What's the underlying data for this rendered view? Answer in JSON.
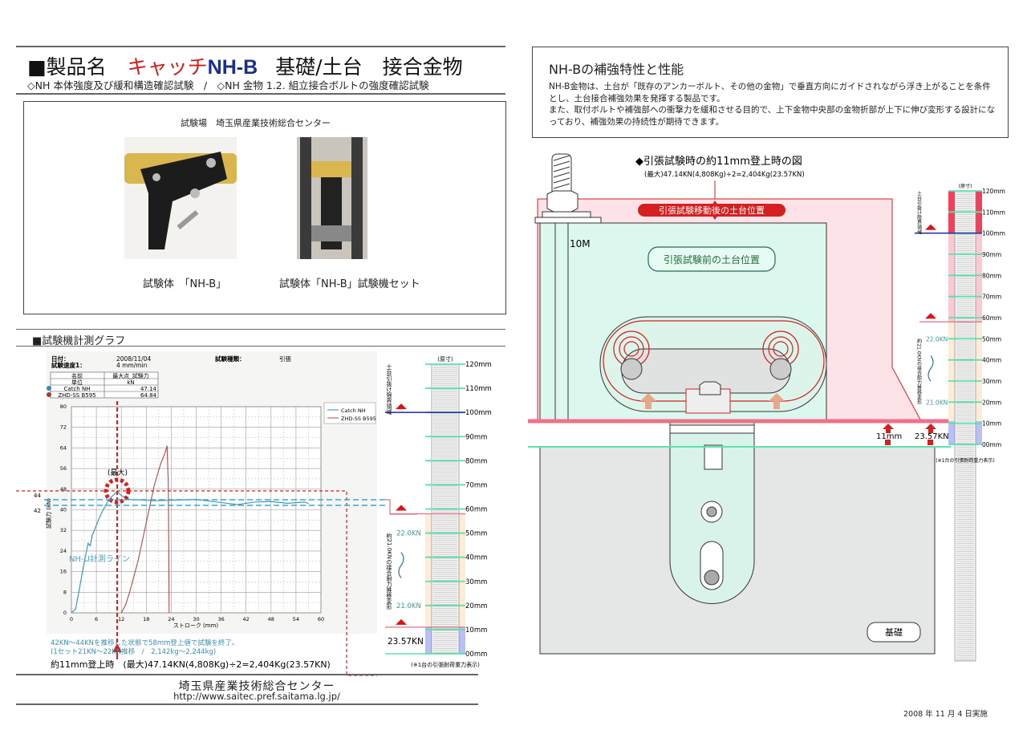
{
  "header": {
    "title_prefix": "■製品名",
    "title_product": "キャッチ",
    "title_model": "NH-B",
    "title_rest": "基礎/土台　接合金物",
    "subtitle": "◇NH 本体強度及び緩和構造確認試験　/　◇NH 金物 1.2. 組立接合ボルトの強度確認試験"
  },
  "photos": {
    "venue": "試験場　埼玉県産業技術総合センター",
    "caption_left": "試験体　「NH-B」",
    "caption_right": "試験体「NH-B」試験機セット"
  },
  "graph_section": {
    "heading": "■試験機計測グラフ",
    "date_label": "日付：",
    "date": "2008/11/04",
    "speed_label": "試験速度1：",
    "speed": "4 mm/min",
    "type_label": "試験種類：",
    "type": "引張",
    "table_headers": [
      "名前",
      "最大点_試験力"
    ],
    "table_units": [
      "単位",
      "kN"
    ],
    "table_rows": [
      {
        "name": "Catch NH",
        "value": "47.14",
        "color": "#2a8fb8"
      },
      {
        "name": "ZHD-SS B595",
        "value": "64.84",
        "color": "#a03a3a"
      }
    ],
    "max_label": "(最大)",
    "line_label": "NH-U計測ライン",
    "ref_44": "44",
    "ref_42": "42",
    "note1": "42KN～44KNを推移した状態で58mm登上値で試験を終了。",
    "note2": "(1セット21KN～22KN推移　/　2,142kg～2,244kg)",
    "summary": "約11mm登上時　(最大)47.14KN(4,808Kg)÷2=2,404Kg(23.57KN)",
    "footer_org": "埼玉県産業技術総合センター",
    "footer_url": "http://www.saitec.pref.saitama.lg.jp/"
  },
  "chart_data": {
    "type": "line",
    "xlabel": "ストローク (mm)",
    "ylabel": "試験力 (kN)",
    "xlim": [
      0,
      60
    ],
    "ylim": [
      0,
      80
    ],
    "xticks": [
      0,
      6,
      12,
      18,
      24,
      30,
      36,
      42,
      48,
      54,
      60
    ],
    "yticks": [
      0,
      8,
      16,
      24,
      32,
      40,
      48,
      56,
      64,
      72,
      80
    ],
    "grid": true,
    "legend": "top-right",
    "series": [
      {
        "name": "Catch NH",
        "color": "#2a8fb8",
        "x": [
          0,
          1,
          2,
          3,
          4,
          4.5,
          5,
          7,
          9,
          11,
          12,
          14,
          20,
          26,
          30,
          36,
          40,
          44,
          48,
          52,
          56,
          57
        ],
        "y": [
          0,
          1.5,
          10,
          19,
          27,
          26,
          30,
          38,
          44,
          47.14,
          45.5,
          44,
          43.5,
          43.8,
          44,
          42.8,
          42,
          43,
          43.2,
          42.5,
          43,
          42.5
        ]
      },
      {
        "name": "ZHD-SS B595",
        "color": "#b04a4a",
        "x": [
          12,
          13,
          14,
          16,
          18,
          20,
          21.5,
          22.5,
          23,
          23.3,
          23.5
        ],
        "y": [
          0,
          3,
          8,
          20,
          35,
          50,
          58,
          62,
          64.84,
          50,
          0
        ]
      }
    ]
  },
  "ruler_left": {
    "caption": "(原寸)",
    "labels": [
      "120mm",
      "110mm",
      "100mm",
      "90mm",
      "80mm",
      "70mm",
      "60mm",
      "50mm",
      "40mm",
      "30mm",
      "20mm",
      "10mm",
      "00mm"
    ],
    "limit_text": "土台引抜け限界領域",
    "range_text": "約21.0KNの接合耐力推移変形",
    "high_kn": "22.0KN",
    "low_kn": "21.0KN",
    "load": "23.57KN",
    "note": "(※1台の引張耐荷重力表示)"
  },
  "info": {
    "title": "NH-Bの補強特性と性能",
    "body": "NH-B金物は、土台が「既存のアンカーボルト、その他の金物」で垂直方向にガイドされながら浮き上がることを条件とし、土台接合補強効果を発揮する製品です。\nまた、取付ボルトや補強部への衝撃力を緩和させる目的で、上下金物中央部の金物折部が上下に伸び変形する設計になっており、補強効果の持続性が期待できます。"
  },
  "diagram": {
    "title": "◆引張試験時の約11mm登上時の図",
    "formula": "(最大)47.14KN(4,808Kg)÷2=2,404Kg(23.57KN)",
    "after_label": "引張試験移動後の土台位置",
    "before_label": "引張試験前の土台位置",
    "bolt_label": "10M",
    "rise_label": "11mm",
    "load_label": "23.57KN",
    "base_label": "基礎"
  },
  "ruler_right": {
    "caption": "(原寸)",
    "labels": [
      "120mm",
      "110mm",
      "100mm",
      "90mm",
      "80mm",
      "70mm",
      "60mm",
      "50mm",
      "40mm",
      "30mm",
      "20mm",
      "10mm",
      "00mm"
    ],
    "limit_text": "土台引抜け限界領域",
    "range_text": "約21.0KNの接合耐力推移変形",
    "high_kn": "22.0KN",
    "low_kn": "21.0KN",
    "note": "(※1台の引張耐荷重力表示)"
  },
  "date_footer": "2008 年 11 月 4 日実施"
}
